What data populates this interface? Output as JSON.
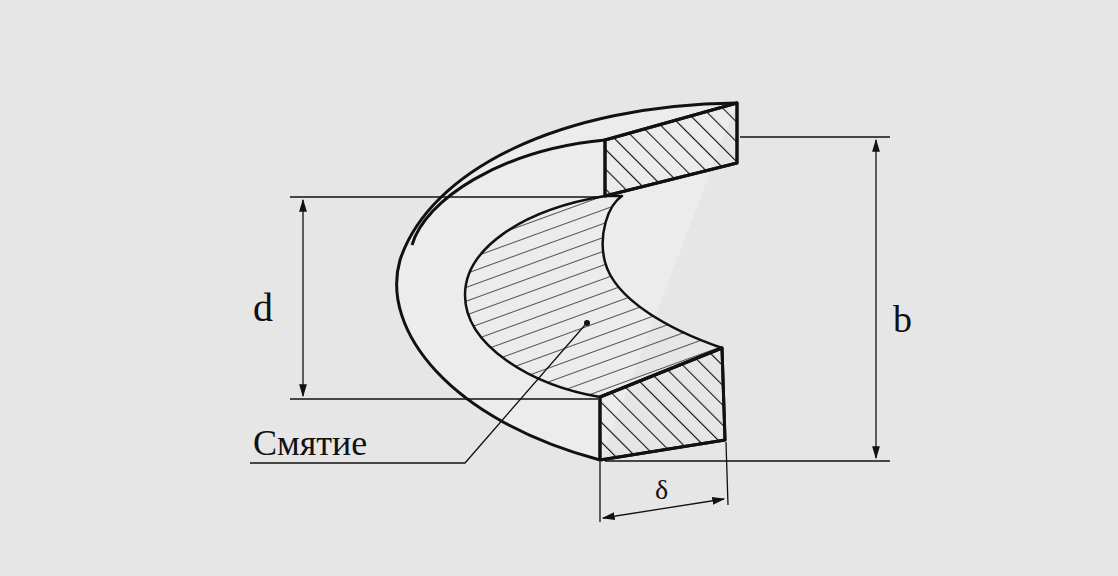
{
  "diagram": {
    "labels": [
      "d",
      "b",
      "δ",
      "Смятие"
    ]
  }
}
